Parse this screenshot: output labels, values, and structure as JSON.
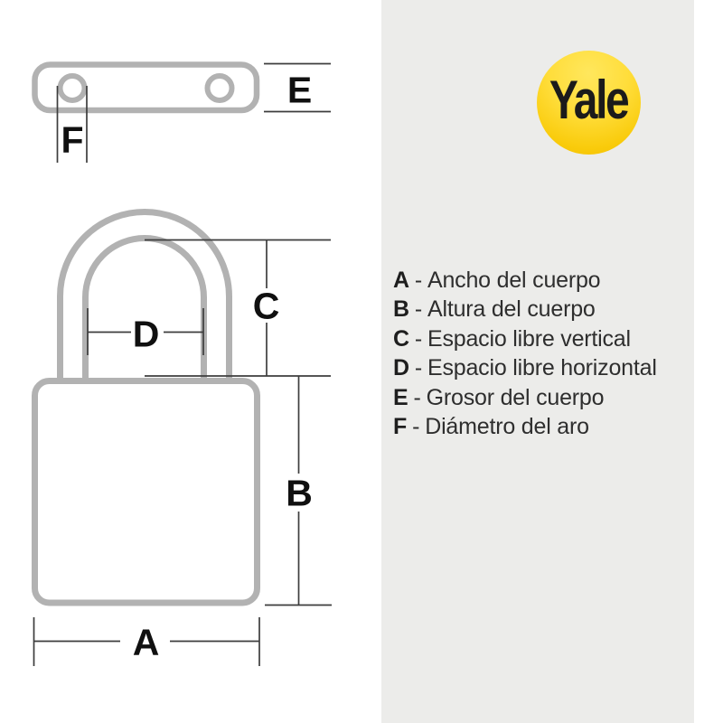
{
  "page": {
    "background_color": "#FFFFFF",
    "panel_color": "#ECECEA"
  },
  "brand": {
    "logo_text": "Yale",
    "logo_color_top": "#FFE75D",
    "logo_color_bottom": "#F2BD00",
    "logo_text_color": "#1B1B1B"
  },
  "diagram": {
    "outline_color": "#B2B2B2",
    "dimension_line_color": "#3D3D3D",
    "label_color": "#101010",
    "labels": {
      "a": "A",
      "b": "B",
      "c": "C",
      "d": "D",
      "e": "E",
      "f": "F"
    }
  },
  "legend": {
    "separator": "-",
    "items": [
      {
        "letter": "A",
        "label": "Ancho del cuerpo"
      },
      {
        "letter": "B",
        "label": "Altura del cuerpo"
      },
      {
        "letter": "C",
        "label": "Espacio libre vertical"
      },
      {
        "letter": "D",
        "label": "Espacio libre horizontal"
      },
      {
        "letter": "E",
        "label": "Grosor del cuerpo"
      },
      {
        "letter": "F",
        "label": "Diámetro del aro"
      }
    ]
  }
}
